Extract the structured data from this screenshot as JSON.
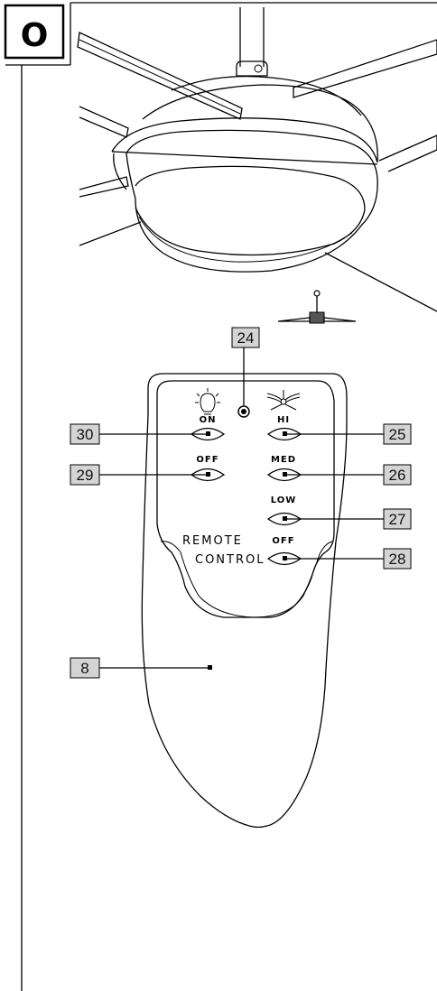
{
  "section": {
    "letter": "O"
  },
  "remote": {
    "light_on_label": "ON",
    "light_off_label": "OFF",
    "fan_hi_label": "HI",
    "fan_med_label": "MED",
    "fan_low_label": "LOW",
    "fan_off_label": "OFF",
    "brand_line1": "REMOTE",
    "brand_line2": "CONTROL",
    "light_icon": "light-bulb-icon",
    "fan_icon": "fan-icon"
  },
  "callouts": {
    "c24": "24",
    "c25": "25",
    "c26": "26",
    "c27": "27",
    "c28": "28",
    "c29": "29",
    "c30": "30",
    "c8": "8"
  }
}
